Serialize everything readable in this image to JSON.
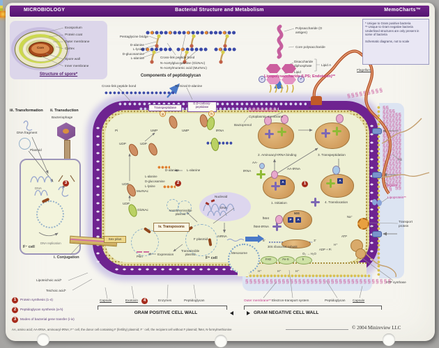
{
  "header": {
    "left": "MICROBIOLOGY",
    "title": "Bacterial Structure and Metabolism",
    "brand": "MemoCharts™"
  },
  "spore": {
    "caption": "Structure of spore*",
    "core": "Core",
    "exosporium": "Exosporium",
    "protein_coat": "Protein coat",
    "outer_membrane": "Outer membrane",
    "cortex": "Cortex",
    "spore_wall": "Spore wall",
    "inner_membrane": "Inner membrane"
  },
  "peptido": {
    "caption": "Components of peptidoglycan",
    "pentaglycine": "Pentaglycine bridge",
    "d_alanine": "D-alanine",
    "l_lysine": "L-lysine",
    "d_glucosamine": "D-glucosamine",
    "l_alanine": "L-alanine",
    "crosslink": "Cross-link peptide bond",
    "glcnac": "N-Acetylglucosamine (GlcNAc)",
    "murnac": "N-Acetylmuramic acid (MurNAc)"
  },
  "lps": {
    "caption": "Lipopolysaccharide (LPS; Endotoxin)**",
    "o_antigen": "Polysaccharide (O antigen)",
    "core": "Core polysaccharide",
    "disaccharide": "Disaccharide diphosphate",
    "lipid": "Lipid",
    "lipid_a": "Lipid A",
    "p": "P"
  },
  "notes": {
    "l1": "* Unique to Gram positive bacteria",
    "l2": "** Unique to Gram negative bacteria",
    "l3": "Underlined structures are only present in some of bacteria",
    "l4": "Schematic diagrams, not to scale"
  },
  "wall": {
    "crosslink": "Cross-link peptide bond",
    "terminal": "Terminal D-alanine",
    "transpeptidase": "Transpeptidase",
    "carboxypeptidase": "D,D-carboxy-peptidase",
    "g": "g",
    "h": "h",
    "periplasmic": "Periplasmic space**",
    "membrane": "Cytoplasmic membrane",
    "bactoprenol": "Bactoprenol",
    "h_plus": "H⁺",
    "flagellum": "Flagellum"
  },
  "synthesis": {
    "pi": "Pi",
    "ump": "UMP",
    "trna": "tRNA",
    "udp": "UDP",
    "murnac": "MurNAc",
    "glcnac": "GlcNAc",
    "d_ala": "D-alanine",
    "l_ala": "L-alanine",
    "leg1": "L-alanine",
    "leg2": "D-glucosamine",
    "leg3": "L-lysine",
    "n2": "2"
  },
  "translation": {
    "s1": "1. Initiation",
    "s2": "2. Aminoacyl-tRNA binding",
    "s3": "3. Transpeptidation",
    "s4": "4. Translocation",
    "n1": "1",
    "aa": "AA-",
    "trna": "tRNA",
    "aa_trna": "AA-tRNA",
    "fmet": "fMet",
    "fmet_trna": "fMet-tRNA",
    "r50": "50S",
    "p": "P",
    "a": "A",
    "five": "5'",
    "three": "3'",
    "subunit": "30S ribosomal subunit"
  },
  "nucleoid": {
    "title": "Nucleoid",
    "dna": "DNA",
    "mrna": "mRNA"
  },
  "cell": {
    "mesosome": "Mesosome",
    "f_plus": "F⁺ cell"
  },
  "transposons": {
    "title": "iv. Transposons",
    "nontrans": "Nontransmissible plasmid",
    "f_plasmid": "F plasmid",
    "trans": "Transmissible plasmid",
    "expression": "Expression",
    "pilin": "Pilin"
  },
  "transfer": {
    "transformation": "iii. Transformation",
    "transduction": "ii. Transduction",
    "phage": "Bacteriophage",
    "dna_fragment": "DNA fragment",
    "plasmid": "Plasmid",
    "dna": "DNA",
    "n3": "3",
    "replication": "DNA replication",
    "f_minus": "F⁻ cell",
    "conjugation": "i. Conjugation",
    "sex_pilus": "Sex pilus"
  },
  "right": {
    "pili": "Pili",
    "porin": "Porin**",
    "lipoprotein": "Lipoprotein**",
    "transport": "Transport protein",
    "atp_synthase": "ATP synthase",
    "na": "Na⁺",
    "h": "H⁺",
    "atp": "ATP",
    "adp": "ADP + Pi"
  },
  "etc": {
    "fad": "FAD",
    "fes": "Fe-S",
    "b": "b",
    "o2": "O₂ → H₂O",
    "h": "H⁺"
  },
  "bottom": {
    "lipoteichoic": "Lipoteichoic acid*",
    "teichoic": "Teichoic acid*",
    "capsule": "Capsule",
    "exotoxin": "Exotoxin",
    "n4": "4",
    "enzymes": "Enzymes",
    "peptidoglycan": "Peptidoglycan",
    "gram_pos": "GRAM POSITIVE CELL WALL",
    "outer": "Outer membrane**",
    "ets": "Electron-transport system",
    "peptidoglycan2": "Peptidoglycan",
    "capsule2": "Capsule",
    "gram_neg": "GRAM NEGATIVE CELL WALL"
  },
  "legend": {
    "n1": "1",
    "i1": "Protein synthesis (1-4)",
    "n2": "2",
    "i2": "Peptidoglycan synthesis (a-h)",
    "n3": "3",
    "i3": "Modes of bacterial gene transfer (i-iv)"
  },
  "footer": {
    "note": "AA, amino acid; AA-tRNA, aminoacyl-tRNA; F⁺ cell, the donor cell containing F (fertility) plasmid; F⁻ cell, the recipient cell without F plasmid; fMet, N-formylmethionine",
    "copyright": "© 2004 Minireview LLC"
  }
}
